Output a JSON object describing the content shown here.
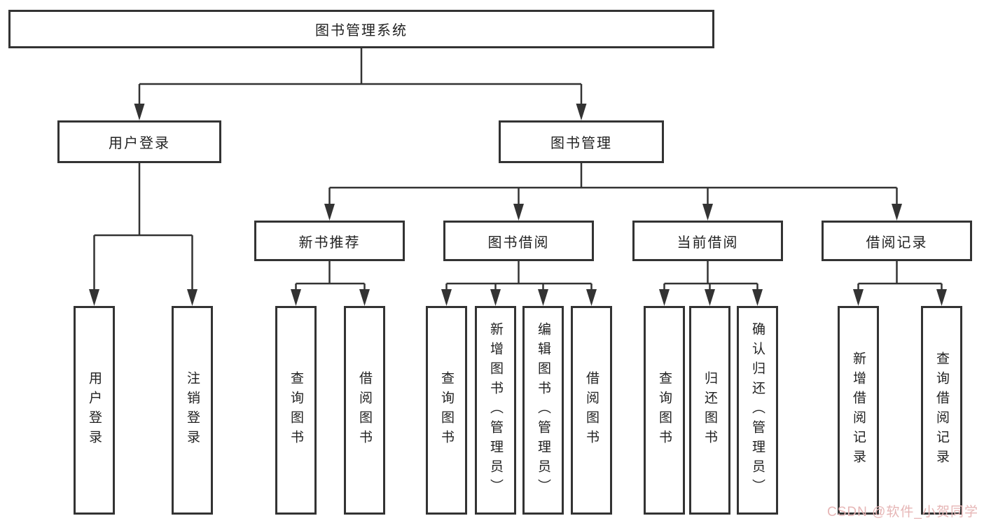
{
  "tree": {
    "root_label": "图书管理系统",
    "user_login": {
      "label": "用户登录",
      "children": [
        "用户登录",
        "注销登录"
      ]
    },
    "book_management": {
      "label": "图书管理",
      "sections": [
        {
          "label": "新书推荐",
          "children": [
            "查询图书",
            "借阅图书"
          ]
        },
        {
          "label": "图书借阅",
          "children": [
            "查询图书",
            "新增图书（管理员）",
            "编辑图书（管理员）",
            "借阅图书"
          ]
        },
        {
          "label": "当前借阅",
          "children": [
            "查询图书",
            "归还图书",
            "确认归还（管理员）"
          ]
        },
        {
          "label": "借阅记录",
          "children": [
            "新增借阅记录",
            "查询借阅记录"
          ]
        }
      ]
    }
  },
  "watermark": "CSDN @软件_小贺同学",
  "colors": {
    "line": "#333333",
    "box_border": "#333333",
    "box_background": "#ffffff",
    "text": "#222222",
    "watermark": "#e6b6b6",
    "page_background": "#ffffff"
  }
}
